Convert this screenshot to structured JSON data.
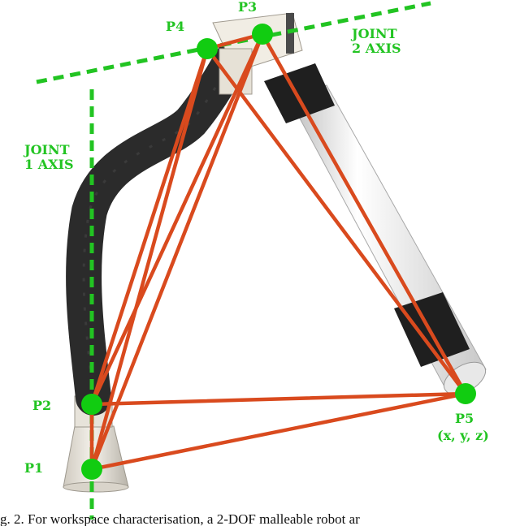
{
  "axes": {
    "joint1": {
      "line1": "JOINT",
      "line2": "1 AXIS"
    },
    "joint2": {
      "line1": "JOINT",
      "line2": "2 AXIS"
    }
  },
  "points": {
    "p1": "P1",
    "p2": "P2",
    "p3": "P3",
    "p4": "P4",
    "p5": "P5",
    "p5_coords": "(x, y, z)"
  },
  "caption": "g. 2. For workspace characterisation, a 2-DOF malleable robot ar",
  "colors": {
    "axis_green": "#22c422",
    "marker_green": "#11cc11",
    "triangle_orange": "#d94a1e",
    "dark_link": "#2b2b2b",
    "white_link": "#f2f2f2"
  }
}
